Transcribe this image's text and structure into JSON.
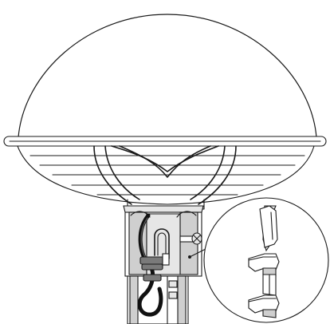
{
  "diagram": {
    "parts": [
      {
        "id": "dome",
        "icon": "dome-icon"
      },
      {
        "id": "rim",
        "icon": "rim-ring-icon"
      },
      {
        "id": "cage",
        "icon": "wire-cage-icon"
      },
      {
        "id": "mount",
        "icon": "mounting-bracket-icon"
      },
      {
        "id": "cable",
        "icon": "cable-icon"
      },
      {
        "id": "clip-detail",
        "icon": "spring-clip-icon"
      }
    ],
    "colors": {
      "ink": "#1a1a1a",
      "panel": "#cfcfcf",
      "panel_light": "#e6e6e6",
      "cable": "#111111"
    }
  }
}
